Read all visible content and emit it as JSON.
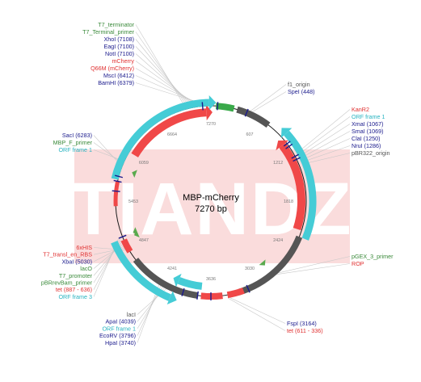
{
  "plasmid": {
    "name": "MBP-mCherry",
    "length_text": "7270 bp"
  },
  "watermark": {
    "text": "TIANDZ",
    "color": "#f5c0c0"
  },
  "colors": {
    "orf": "#45ccd6",
    "promoter": "#5aaa4e",
    "gene": "#f04848",
    "rep_origin": "#555555",
    "terminator": "#3aa94a",
    "enzyme": "#1a1a8c",
    "feature_green": "#3a8a3a",
    "feature_red": "#e03030",
    "feature_cyan": "#27b3c0",
    "leader": "#c8c8c8"
  },
  "ticks": [
    "7270",
    "607",
    "1212",
    "1818",
    "2424",
    "3030",
    "3636",
    "4241",
    "4847",
    "5453",
    "6059",
    "6664"
  ],
  "labels_left_top": [
    {
      "text": "T7_terminator",
      "kind": "feature_green"
    },
    {
      "text": "T7_Terminal_primer",
      "kind": "feature_green"
    },
    {
      "text": "XhoI (7108)",
      "kind": "enzyme"
    },
    {
      "text": "EagI (7100)",
      "kind": "enzyme"
    },
    {
      "text": "NotI (7100)",
      "kind": "enzyme"
    },
    {
      "text": "mCherry",
      "kind": "feature_red"
    },
    {
      "text": "Q66M (mCherry)",
      "kind": "feature_red"
    },
    {
      "text": "MscI (6412)",
      "kind": "enzyme"
    },
    {
      "text": "BamHI (6379)",
      "kind": "enzyme"
    }
  ],
  "labels_left_mid": [
    {
      "text": "SacI (6283)",
      "kind": "enzyme"
    },
    {
      "text": "MBP_F_primer",
      "kind": "feature_green"
    },
    {
      "text": "ORF frame 1",
      "kind": "feature_cyan"
    }
  ],
  "labels_left_low": [
    {
      "text": "6xHIS",
      "kind": "feature_red"
    },
    {
      "text": "T7_transl_en_RBS",
      "kind": "feature_red"
    },
    {
      "text": "XbaI (5030)",
      "kind": "enzyme"
    },
    {
      "text": "lacO",
      "kind": "feature_green"
    },
    {
      "text": "T7_promoter",
      "kind": "feature_green"
    },
    {
      "text": "pBRrevBam_primer",
      "kind": "feature_green"
    },
    {
      "text": "tet (887 - 636)",
      "kind": "feature_red"
    },
    {
      "text": "ORF frame 3",
      "kind": "feature_cyan"
    }
  ],
  "labels_bottom": [
    {
      "text": "lacI",
      "kind": "rep_origin"
    },
    {
      "text": "ApaI (4039)",
      "kind": "enzyme"
    },
    {
      "text": "ORF frame 1",
      "kind": "feature_cyan"
    },
    {
      "text": "EcoRV (3796)",
      "kind": "enzyme"
    },
    {
      "text": "HpaI (3740)",
      "kind": "enzyme"
    }
  ],
  "labels_right_top": [
    {
      "text": "f1_origin",
      "kind": "rep_origin"
    },
    {
      "text": "SpeI (448)",
      "kind": "enzyme"
    }
  ],
  "labels_right_mid": [
    {
      "text": "KanR2",
      "kind": "feature_red"
    },
    {
      "text": "ORF frame 1",
      "kind": "feature_cyan"
    },
    {
      "text": "XmaI (1067)",
      "kind": "enzyme"
    },
    {
      "text": "SmaI (1069)",
      "kind": "enzyme"
    },
    {
      "text": "ClaI (1250)",
      "kind": "enzyme"
    },
    {
      "text": "NruI (1286)",
      "kind": "enzyme"
    },
    {
      "text": "pBR322_origin",
      "kind": "rep_origin"
    }
  ],
  "labels_right_low": [
    {
      "text": "pGEX_3_primer",
      "kind": "feature_green"
    },
    {
      "text": "ROP",
      "kind": "feature_red"
    }
  ],
  "labels_bottom_right": [
    {
      "text": "FspI (3164)",
      "kind": "enzyme"
    },
    {
      "text": "tet (611 - 336)",
      "kind": "feature_red"
    }
  ]
}
